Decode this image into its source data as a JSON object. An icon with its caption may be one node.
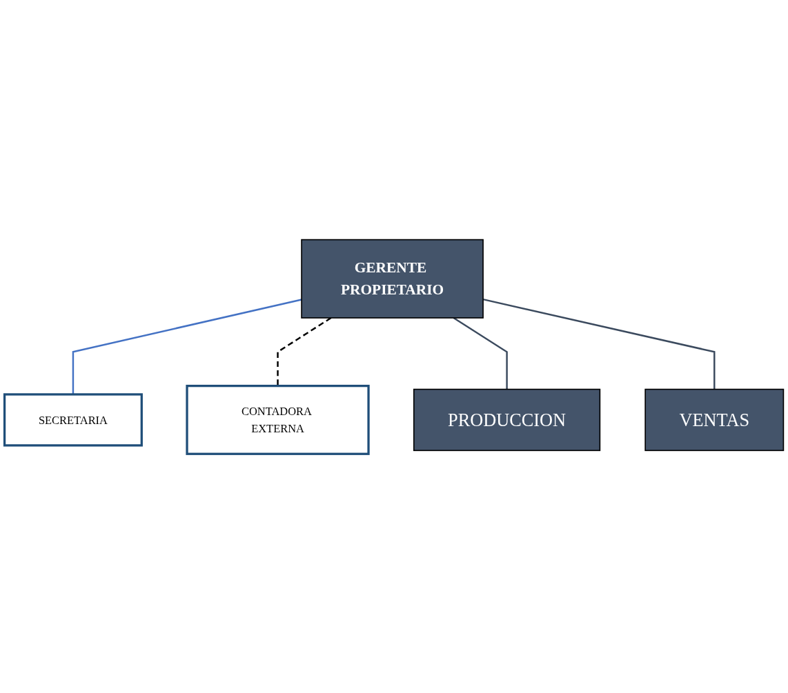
{
  "diagram": {
    "nodes": [
      {
        "text": [
          "GERENTE PROPIETARIO"
        ]
      },
      {
        "text": [
          "SECRETARIA"
        ]
      },
      {
        "text": [
          "CONTADORA EXTERNA"
        ]
      },
      {
        "text": [
          "PRODUCCION"
        ]
      },
      {
        "text": [
          "VENTAS"
        ]
      }
    ],
    "edges": [
      {
        "from": 0,
        "to": 1,
        "arrow": "none",
        "color": "#4472c4"
      },
      {
        "from": 0,
        "to": 2,
        "arrow": "none",
        "style": "dashed",
        "color": "#000000"
      },
      {
        "from": 0,
        "to": 3,
        "arrow": "none"
      },
      {
        "from": 0,
        "to": 4,
        "arrow": "none"
      }
    ]
  }
}
